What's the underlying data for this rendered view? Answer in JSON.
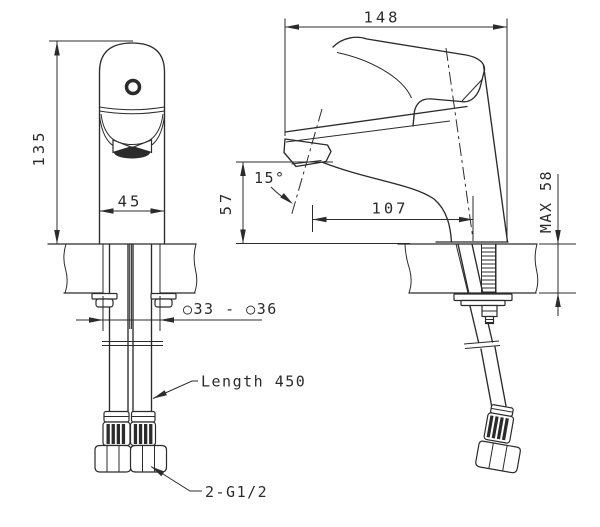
{
  "drawing": {
    "colors": {
      "line": "#2b2b2b",
      "background": "#ffffff"
    },
    "dims": {
      "height": "135",
      "width": "45",
      "hole": "○33 - ○36",
      "hose_length": "Length 450",
      "thread": "2-G1/2",
      "reach": "148",
      "angle": "15°",
      "spout_height": "57",
      "spout_reach": "107",
      "max_thickness": "MAX 58"
    }
  }
}
